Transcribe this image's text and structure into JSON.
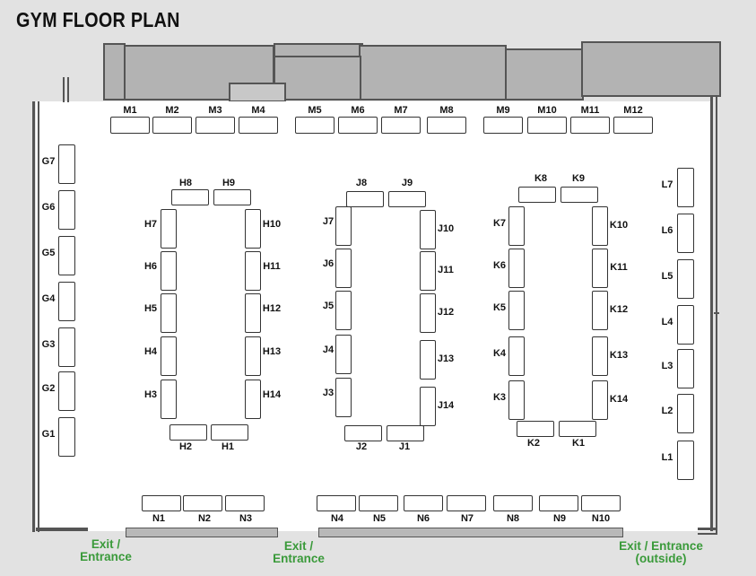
{
  "title": "GYM FLOOR PLAN",
  "exits": {
    "left": [
      "Exit /",
      "Entrance"
    ],
    "middle": [
      "Exit /",
      "Entrance"
    ],
    "right": [
      "Exit / Entrance",
      "(outside)"
    ]
  },
  "tables": {
    "M": [
      "M1",
      "M2",
      "M3",
      "M4",
      "M5",
      "M6",
      "M7",
      "M8",
      "M9",
      "M10",
      "M11",
      "M12"
    ],
    "G": [
      "G7",
      "G6",
      "G5",
      "G4",
      "G3",
      "G2",
      "G1"
    ],
    "H_top": [
      "H8",
      "H9"
    ],
    "H_left": [
      "H7",
      "H6",
      "H5",
      "H4",
      "H3"
    ],
    "H_right": [
      "H10",
      "H11",
      "H12",
      "H13",
      "H14"
    ],
    "H_bottom": [
      "H2",
      "H1"
    ],
    "J_top": [
      "J8",
      "J9"
    ],
    "J_left": [
      "J7",
      "J6",
      "J5",
      "J4",
      "J3"
    ],
    "J_right": [
      "J10",
      "J11",
      "J12",
      "J13",
      "J14"
    ],
    "J_bottom": [
      "J2",
      "J1"
    ],
    "K_top": [
      "K8",
      "K9"
    ],
    "K_left": [
      "K7",
      "K6",
      "K5",
      "K4",
      "K3"
    ],
    "K_right": [
      "K10",
      "K11",
      "K12",
      "K13",
      "K14"
    ],
    "K_bottom": [
      "K2",
      "K1"
    ],
    "L": [
      "L7",
      "L6",
      "L5",
      "L4",
      "L3",
      "L2",
      "L1"
    ],
    "N": [
      "N1",
      "N2",
      "N3",
      "N4",
      "N5",
      "N6",
      "N7",
      "N8",
      "N9",
      "N10"
    ]
  }
}
